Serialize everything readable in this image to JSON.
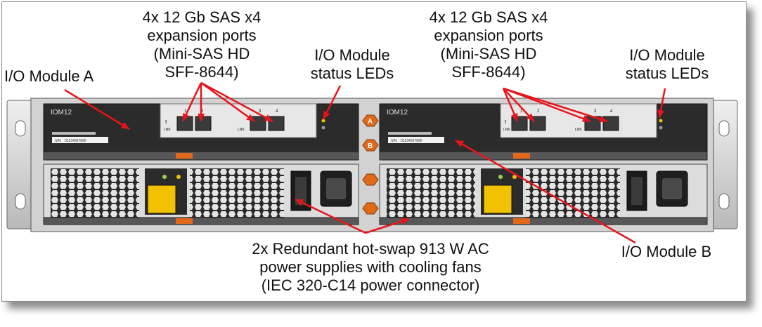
{
  "colors": {
    "arrow": "#e8141b",
    "chassis": "#d2d2d2",
    "module_face": "#2b2b2b",
    "handle_orange": "#e06a1a",
    "psu_face": "#dcdcdc",
    "hex_grille": "#2a2a2a",
    "warning_yellow": "#f2c200"
  },
  "labels": {
    "sas_ports_left": "4x 12 Gb SAS x4\nexpansion ports\n(Mini-SAS HD\nSFF-8644)",
    "sas_ports_right": "4x 12 Gb SAS x4\nexpansion ports\n(Mini-SAS HD\nSFF-8644)",
    "status_leds_left": "I/O Module\nstatus LEDs",
    "status_leds_right": "I/O Module\nstatus LEDs",
    "io_module_a": "I/O Module A",
    "io_module_b": "I/O Module B",
    "power_supplies": "2x Redundant hot-swap 913 W AC\npower supplies with cooling fans\n(IEC 320-C14 power connector)"
  },
  "modules": [
    {
      "name": "IOM12",
      "sn": "S/N",
      "serial": "01234567890"
    },
    {
      "name": "IOM12",
      "sn": "S/N",
      "serial": "01234567890"
    }
  ],
  "port_numbers": [
    "1",
    "2",
    "3",
    "4"
  ],
  "port_link_text": "LNK",
  "led_marks": [
    "!",
    "!"
  ],
  "slot_badges": [
    "A",
    "B"
  ]
}
